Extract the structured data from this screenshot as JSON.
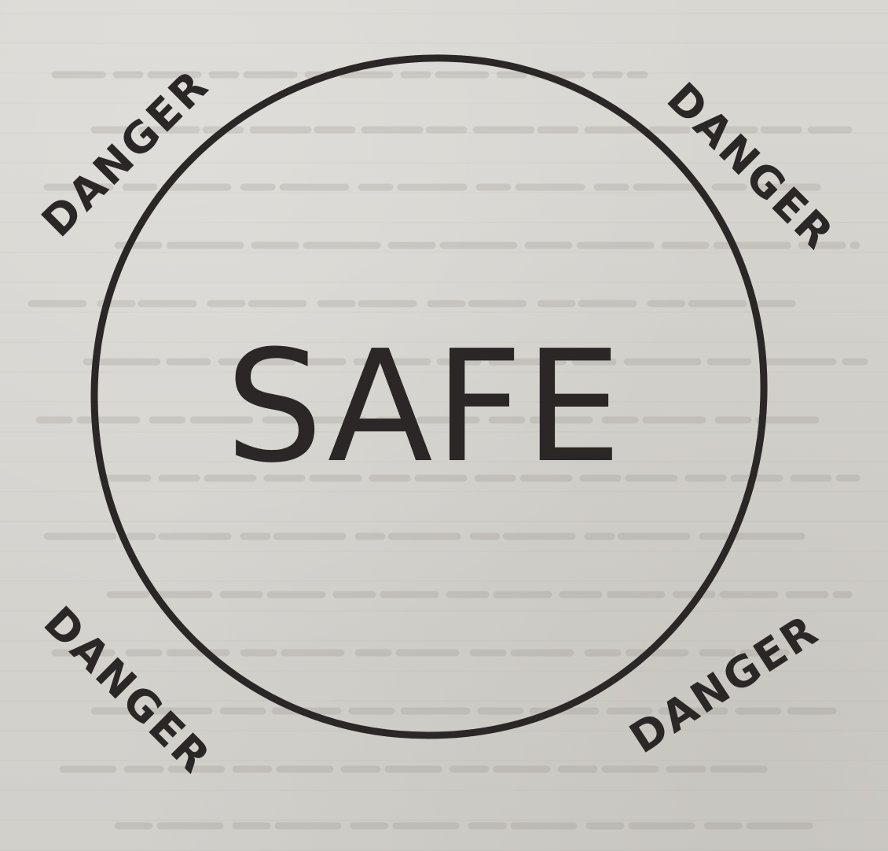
{
  "diagram": {
    "center_label": "SAFE",
    "danger_labels": {
      "top_left": "DANGER",
      "top_right": "DANGER",
      "bottom_left": "DANGER",
      "bottom_right": "DANGER"
    }
  },
  "colors": {
    "ink": "#2b2726",
    "paper": "#d6d4cf"
  }
}
